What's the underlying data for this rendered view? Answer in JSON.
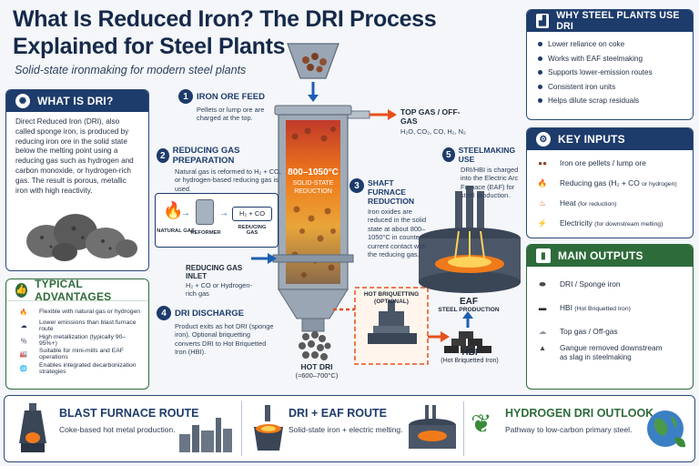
{
  "title": "What Is Reduced Iron? The DRI Process Explained for Steel Plants",
  "subtitle": "Solid-state ironmaking for modern steel plants",
  "what_is": {
    "heading": "WHAT IS DRI?",
    "text": "Direct Reduced Iron (DRI), also called sponge iron, is produced by reducing iron ore in the solid state below the melting point using a reducing gas such as hydrogen and carbon monoxide, or hydrogen-rich gas. The result is porous, metallic iron with high reactivity."
  },
  "advantages": {
    "heading": "TYPICAL ADVANTAGES",
    "items": [
      "Flexible with natural gas or hydrogen",
      "Lower emissions than blast furnace route",
      "High metallization (typically 90–95%+)",
      "Suitable for mini-mills and EAF operations",
      "Enables integrated decarbonization strategies"
    ]
  },
  "why": {
    "heading": "WHY STEEL PLANTS USE DRI",
    "items": [
      "Lower reliance on coke",
      "Works with EAF steelmaking",
      "Supports lower-emission routes",
      "Consistent iron units",
      "Helps dilute scrap residuals"
    ]
  },
  "inputs": {
    "heading": "KEY INPUTS",
    "items": [
      {
        "label": "Iron ore pellets / lump ore",
        "note": ""
      },
      {
        "label": "Reducing gas (H₂ + CO ",
        "note": "or hydrogen)"
      },
      {
        "label": "Heat ",
        "note": "(for reduction)"
      },
      {
        "label": "Electricity ",
        "note": "(for downstream melting)"
      }
    ]
  },
  "outputs": {
    "heading": "MAIN OUTPUTS",
    "items": [
      {
        "label": "DRI / Sponge iron",
        "note": ""
      },
      {
        "label": "HBI ",
        "note": "(Hot Briquetted Iron)"
      },
      {
        "label": "Top gas / Off-gas",
        "note": ""
      },
      {
        "label": "Gangue removed downstream",
        "note": "as slag in steelmaking"
      }
    ]
  },
  "steps": {
    "s1": {
      "num": "1",
      "title": "IRON ORE FEED",
      "text": "Pellets or lump ore are charged at the top."
    },
    "s2": {
      "num": "2",
      "title": "REDUCING GAS PREPARATION",
      "text": "Natural gas is reformed to H₂ + CO, or hydrogen-based reducing gas is used."
    },
    "s3": {
      "num": "3",
      "title": "SHAFT FURNACE REDUCTION",
      "text": "Iron oxides are reduced in the solid state at about 800–1050°C in counter-current contact with the reducing gas."
    },
    "s4": {
      "num": "4",
      "title": "DRI DISCHARGE",
      "text": "Product exits as hot DRI (sponge iron). Optional briquetting converts DRI to Hot Briquetted Iron (HBI)."
    },
    "s5": {
      "num": "5",
      "title": "STEELMAKING USE",
      "text": "DRI/HBI is charged into the Electric Arc Furnace (EAF) for steel production."
    }
  },
  "labels": {
    "top_gas": "TOP GAS / OFF-GAS",
    "top_gas_sub": "H₂O, CO₂, CO, H₂, N₂",
    "furnace_temp": "800–1050°C",
    "furnace_zone": "SOLID-STATE REDUCTION",
    "natural_gas": "NATURAL GAS",
    "reformer": "REFORMER",
    "h2co": "H₂ + CO",
    "reducing_gas": "REDUCING GAS",
    "inlet": "REDUCING GAS INLET",
    "inlet_sub": "H₂ + CO or Hydrogen-rich gas",
    "hot_dri": "HOT DRI",
    "hot_dri_temp": "(≈600–700°C)",
    "briquetting": "HOT BRIQUETTING (OPTIONAL)",
    "hbi": "HBI",
    "hbi_sub": "(Hot Briquetted Iron)",
    "eaf": "EAF",
    "eaf_sub": "STEEL PRODUCTION"
  },
  "bottom": {
    "bf_title": "BLAST FURNACE ROUTE",
    "bf_text": "Coke-based hot metal production.",
    "dri_title": "DRI + EAF ROUTE",
    "dri_text": "Solid-state iron + electric melting.",
    "h2_title": "HYDROGEN DRI OUTLOOK",
    "h2_text": "Pathway to low-carbon primary steel."
  },
  "colors": {
    "navy": "#1d3b6b",
    "green": "#2e6b3a",
    "hot": "#e8501a"
  }
}
